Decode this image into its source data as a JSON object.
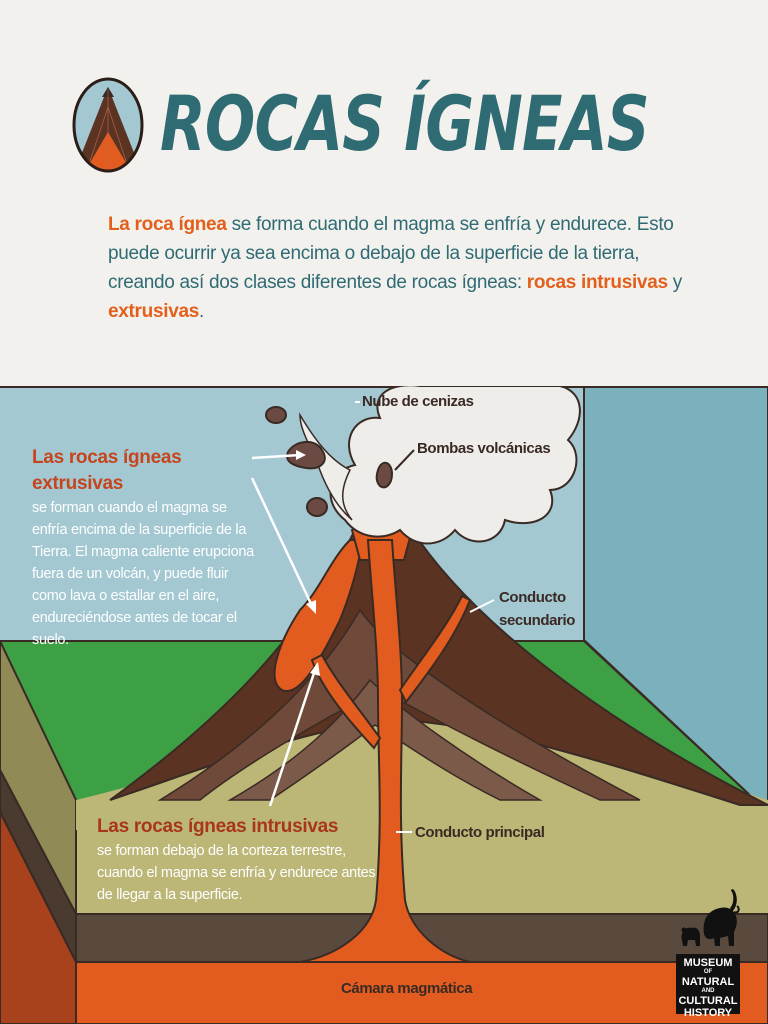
{
  "title": "ROCAS ÍGNEAS",
  "intro": {
    "p1": "La roca ígnea",
    "p2": " se forma cuando el magma se enfría y endurece. Esto puede ocurrir ya sea encima o debajo de la superficie de la tierra, creando así dos clases diferentes de rocas ígneas: ",
    "p3": "rocas intrusivas",
    "p4": " y ",
    "p5": "extrusivas",
    "p6": "."
  },
  "labels": {
    "ash_cloud": "Nube de cenizas",
    "volcanic_bombs": "Bombas volcánicas",
    "secondary_conduit_line1": "Conducto",
    "secondary_conduit_line2": "secundario",
    "main_conduit": "Conducto principal",
    "magma_chamber": "Cámara magmática"
  },
  "extrusive": {
    "heading": "Las rocas ígneas extrusivas",
    "body": "se forman cuando el magma se enfría encima de la superficie de la Tierra. El magma caliente erupciona fuera de un volcán, y puede fluir como lava o estallar en el aire, endureciéndose antes de tocar el suelo."
  },
  "intrusive": {
    "heading": "Las rocas ígneas intrusivas",
    "body": "se forman debajo de la corteza terrestre, cuando el magma se enfría y endurece antes de llegar a la superficie."
  },
  "museum": {
    "line1": "MUSEUM",
    "line2": "OF",
    "line3": "NATURAL",
    "line4": "AND",
    "line5": "CULTURAL",
    "line6": "HISTORY"
  },
  "colors": {
    "title": "#2f6b73",
    "highlight": "#e2601c",
    "sky": "#a3c8d2",
    "wall": "#7bb1bc",
    "grass": "#3ea044",
    "sand": "#bcb677",
    "dark_rock": "#5a3a2a",
    "lava": "#e15c1e"
  },
  "icons": [
    "volcano-logo-icon",
    "elephant-icon",
    "bear-icon"
  ]
}
